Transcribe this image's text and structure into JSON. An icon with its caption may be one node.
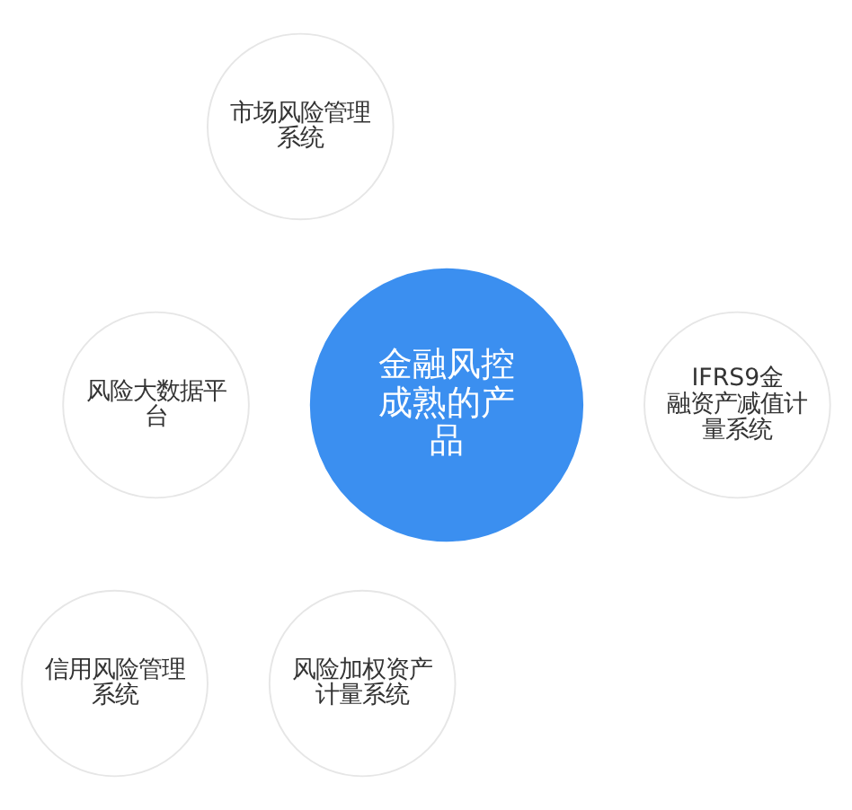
{
  "diagram": {
    "nodes": [
      {
        "text": [
          "金融风控成熟的产品"
        ]
      },
      {
        "text": [
          "市场风险管理系统"
        ]
      },
      {
        "text": [
          "IFRS9金融资产减值计量系统"
        ]
      },
      {
        "text": [
          "风险加权资产计量系统"
        ]
      },
      {
        "text": [
          "信用风险管理系统"
        ]
      },
      {
        "text": [
          "风险大数据平台"
        ]
      }
    ],
    "edges": []
  }
}
